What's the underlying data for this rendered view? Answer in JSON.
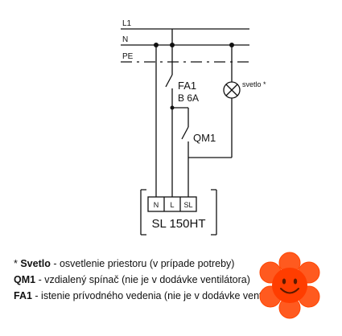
{
  "diagram": {
    "rails": {
      "l1": "L1",
      "n": "N",
      "pe": "PE"
    },
    "breaker": {
      "name": "FA1",
      "rating": "B 6A"
    },
    "remote_switch": {
      "name": "QM1"
    },
    "light": {
      "label": "svetlo *"
    },
    "unit": {
      "name": "SL 150HT",
      "terminals": [
        "N",
        "L",
        "SL"
      ]
    }
  },
  "legend": [
    {
      "term": "Svetlo",
      "prefix": "* ",
      "desc": " - osvetlenie priestoru (v prípade potreby)"
    },
    {
      "term": "QM1",
      "prefix": "",
      "desc": " - vzdialený spínač (nie je v dodávke ventilátora)"
    },
    {
      "term": "FA1",
      "prefix": "",
      "desc": " - istenie prívodného vedenia (nie je v dodávke ventilátora)"
    }
  ],
  "colors": {
    "line": "#111111",
    "mascot_petal": "#ff5a1f",
    "mascot_face": "#ff3d00",
    "mascot_eye": "#5a1a00"
  }
}
